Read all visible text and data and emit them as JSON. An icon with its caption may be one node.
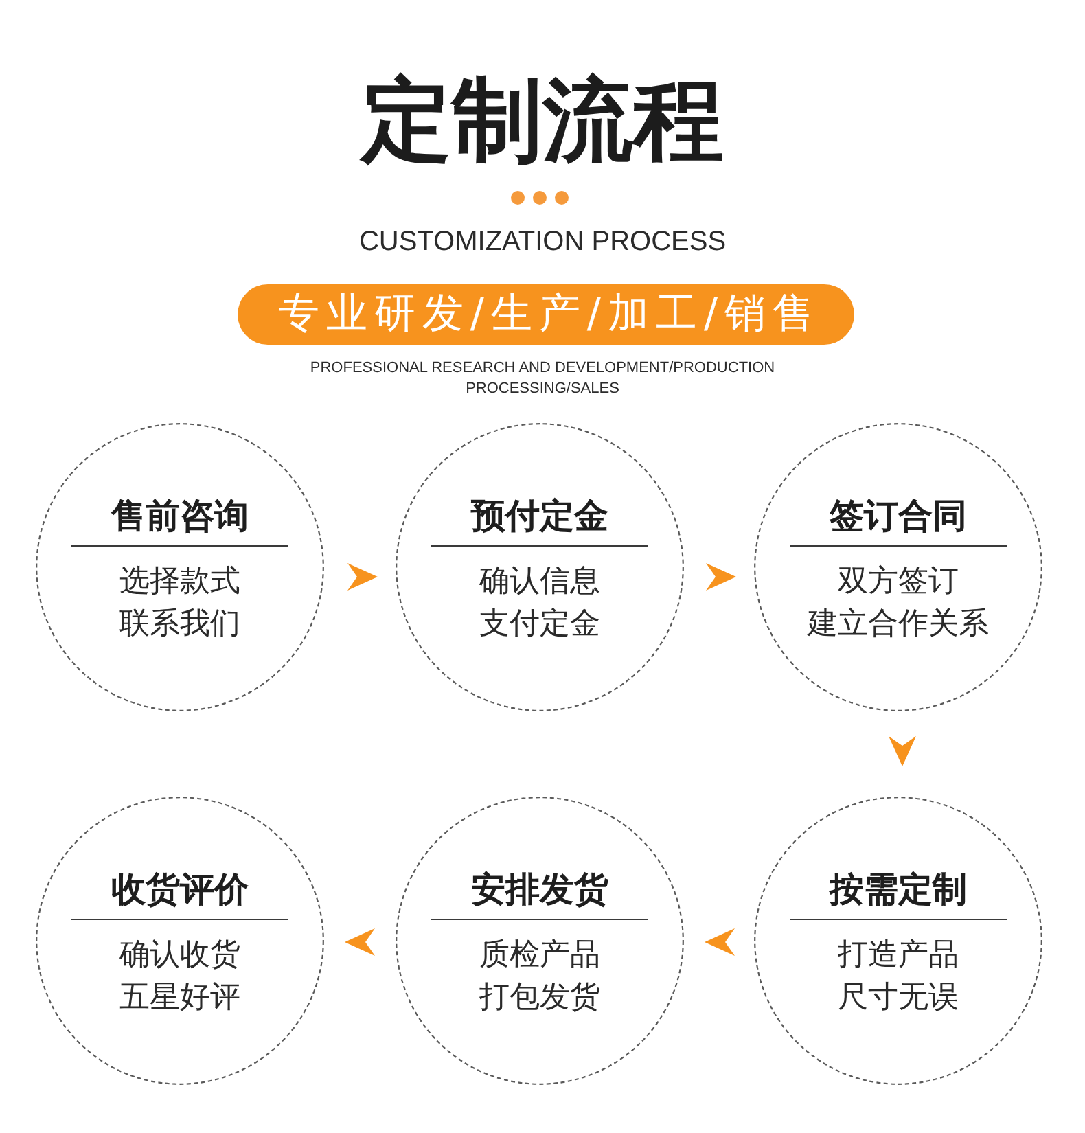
{
  "diagram": {
    "title": "定制流程",
    "nodes": [
      {
        "text": [
          "专业研发/生产/加工/销售"
        ]
      },
      {
        "text": [
          "售前咨询",
          "选择款式",
          "联系我们"
        ]
      },
      {
        "text": [
          "预付定金",
          "确认信息",
          "支付定金"
        ]
      },
      {
        "text": [
          "签订合同",
          "双方签订",
          "建立合作关系"
        ]
      },
      {
        "text": [
          "收货评价",
          "确认收货",
          "五星好评"
        ]
      },
      {
        "text": [
          "安排发货",
          "质检产品",
          "打包发货"
        ]
      },
      {
        "text": [
          "按需定制",
          "打造产品",
          "尺寸无误"
        ]
      }
    ],
    "edges": [
      {
        "from": 1,
        "to": 2,
        "arrow": "to"
      },
      {
        "from": 2,
        "to": 3,
        "arrow": "to"
      },
      {
        "from": 3,
        "to": 6,
        "arrow": "to"
      },
      {
        "from": 6,
        "to": 5,
        "arrow": "to"
      },
      {
        "from": 5,
        "to": 4,
        "arrow": "to"
      }
    ],
    "labels": [
      "CUSTOMIZATION PROCESS",
      "PROFESSIONAL RESEARCH AND DEVELOPMENT/PRODUCTION PROCESSING/SALES"
    ]
  }
}
